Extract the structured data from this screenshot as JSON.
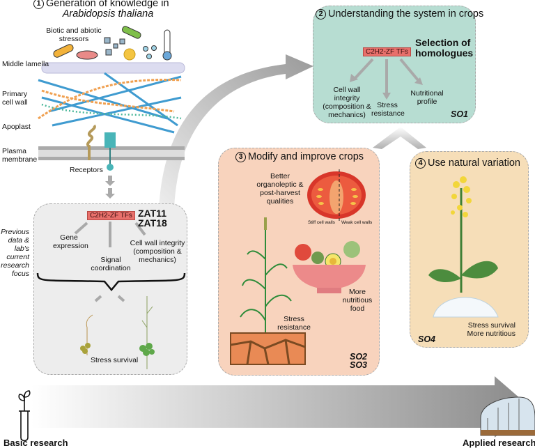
{
  "section1": {
    "number": "1",
    "title_line1": "Generation of knowledge in",
    "title_line2": "Arabidopsis thaliana",
    "stressors_label": "Biotic and abiotic stressors",
    "labels": {
      "middle_lamella": "Middle lamella",
      "primary_cell_wall": "Primary cell wall",
      "apoplast": "Apoplast",
      "plasma_membrane": "Plasma membrane",
      "receptors": "Receptors"
    },
    "side_note": "Previous data & lab's current research focus",
    "tf_label": "C2H2-ZF TFs",
    "genes": [
      "ZAT11",
      "ZAT18"
    ],
    "outputs": [
      "Gene expression",
      "Signal coordination",
      "Cell wall integrity (composition & mechanics)"
    ],
    "result": "Stress survival"
  },
  "section2": {
    "number": "2",
    "title": "Understanding the system in crops",
    "tf_label": "C2H2-ZF TFs",
    "selection": "Selection of homologues",
    "outputs": [
      "Cell wall integrity (composition & mechanics)",
      "Stress resistance",
      "Nutritional profile"
    ],
    "objective": "SO1"
  },
  "section3": {
    "number": "3",
    "title": "Modify and improve crops",
    "quality_label": "Better organoleptic & post-harvest qualities",
    "stiff_label": "Stiff cell walls",
    "weak_label": "Weak cell walls",
    "food_label": "More nutritious food",
    "stress_label": "Stress resistance",
    "objectives": [
      "SO2",
      "SO3"
    ]
  },
  "section4": {
    "number": "4",
    "title": "Use natural variation",
    "result_line1": "Stress survival",
    "result_line2": "More nutritious",
    "objective": "SO4"
  },
  "timeline": {
    "start_label": "Basic research",
    "end_label": "Applied research"
  },
  "colors": {
    "teal_box": "#b7ddd2",
    "peach_box": "#f8d3bd",
    "tan_box": "#f6deb8",
    "gray_box": "#ededed",
    "tf_red": "#e8706b",
    "arrow_gray": "#a9a9a9"
  }
}
